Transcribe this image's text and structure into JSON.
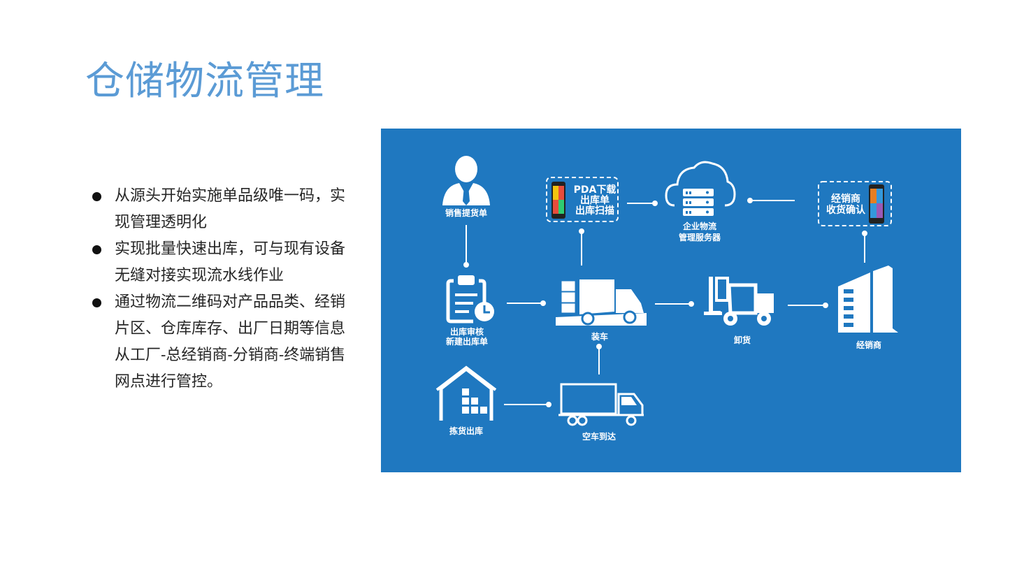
{
  "title": "仓储物流管理",
  "bullets": [
    "从源头开始实施单品级唯一码，实现管理透明化",
    "实现批量快速出库，可与现有设备无缝对接实现流水线作业",
    "通过物流二维码对产品品类、经销片区、仓库库存、出厂日期等信息从工厂-总经销商-分销商-终端销售网点进行管控。"
  ],
  "diagram": {
    "nodes": {
      "sales_order": "销售提货单",
      "pda": [
        "PDA下载",
        "出库单",
        "出库扫描"
      ],
      "server": [
        "企业物流",
        "管理服务器"
      ],
      "dealer_confirm": [
        "经销商",
        "收货确认"
      ],
      "outbound_review": [
        "出库审核",
        "新建出库单"
      ],
      "loading": "装车",
      "unloading": "卸货",
      "dealer": "经销商",
      "picking": "拣货出库",
      "empty_truck": "空车到达"
    },
    "colors": {
      "background": "#1f78c0",
      "foreground": "#ffffff",
      "title": "#5b9bd5"
    }
  }
}
